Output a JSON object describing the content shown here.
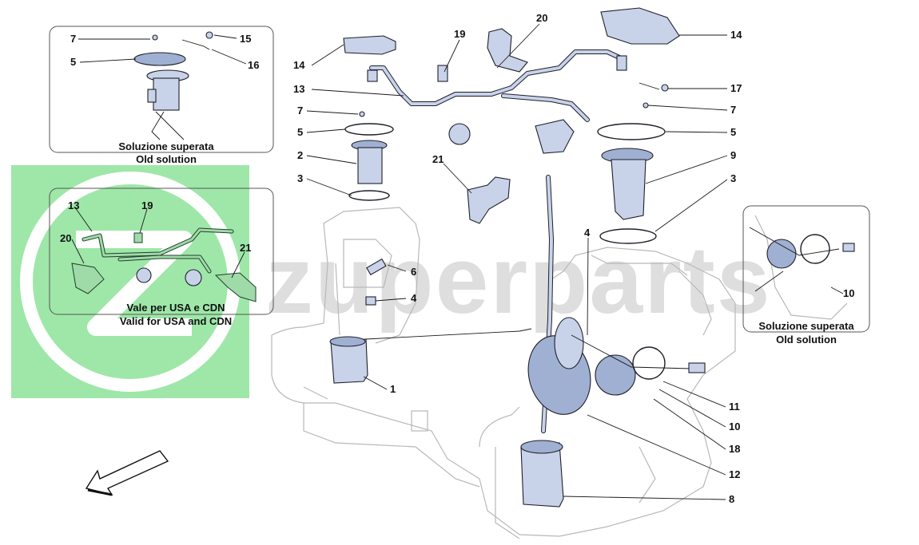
{
  "watermark": {
    "text": "zuperparts",
    "logo_color": "#7fd98c",
    "text_color": "#c4c4c4"
  },
  "boxes": {
    "top_left_caption_1": "Soluzione superata",
    "top_left_caption_2": "Old solution",
    "mid_left_caption_1": "Vale per USA e CDN",
    "mid_left_caption_2": "Valid for USA and CDN",
    "right_caption_1": "Soluzione superata",
    "right_caption_2": "Old solution"
  },
  "callouts": {
    "tl_7": "7",
    "tl_15": "15",
    "tl_5": "5",
    "tl_16": "16",
    "ml_13": "13",
    "ml_19": "19",
    "ml_20": "20",
    "ml_21": "21",
    "rb_10": "10",
    "c_14a": "14",
    "c_13": "13",
    "c_7a": "7",
    "c_5a": "5",
    "c_2": "2",
    "c_3a": "3",
    "c_19": "19",
    "c_20": "20",
    "c_21": "21",
    "c_14b": "14",
    "c_17": "17",
    "c_7b": "7",
    "c_5b": "5",
    "c_9": "9",
    "c_3b": "3",
    "c_4a": "4",
    "c_6": "6",
    "c_4b": "4",
    "c_1": "1",
    "c_11": "11",
    "c_10": "10",
    "c_18": "18",
    "c_12": "12",
    "c_8": "8"
  },
  "colors": {
    "part_fill": "#c8d3ea",
    "green_variant": "#9fdba8",
    "outline": "#1f1f2a"
  }
}
